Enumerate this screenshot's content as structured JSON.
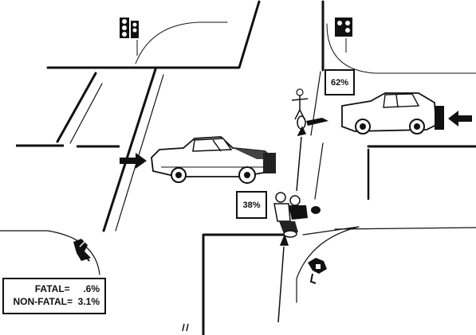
{
  "diagram": {
    "colors": {
      "ink": "#111111",
      "paper": "#ffffff"
    },
    "percent_labels": {
      "straight_vehicle": "62%",
      "left_turn_vehicle": "38%"
    },
    "legend": {
      "fatal_label": "FATAL=",
      "fatal_value": ".6%",
      "nonfatal_label": "NON-FATAL=",
      "nonfatal_value": "3.1%"
    },
    "icons": [
      "traffic-signal-icon",
      "car-icon",
      "bicycle-rider-icon",
      "motorcycle-rider-icon",
      "direction-arrow-icon",
      "debris-icon"
    ]
  }
}
